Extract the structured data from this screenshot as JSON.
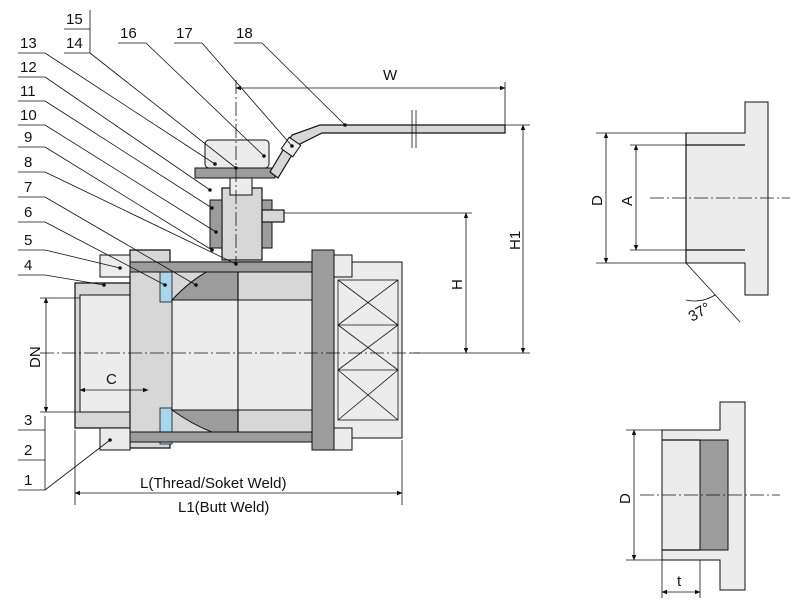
{
  "part_numbers": [
    "1",
    "2",
    "3",
    "4",
    "5",
    "6",
    "7",
    "8",
    "9",
    "10",
    "11",
    "12",
    "13",
    "14",
    "15",
    "16",
    "17",
    "18"
  ],
  "dimensions": {
    "W": "W",
    "H": "H",
    "H1": "H1",
    "DN": "DN",
    "C": "C",
    "L": "L(Thread/Soket Weld)",
    "L1": "L1(Butt Weld)",
    "D_top": "D",
    "A": "A",
    "angle": "37°",
    "D_bottom": "D",
    "t": "t"
  },
  "colors": {
    "body": "#d7d7d7",
    "dark": "#9c9c9c",
    "seal": "#a9d6ea",
    "line": "#111111"
  }
}
